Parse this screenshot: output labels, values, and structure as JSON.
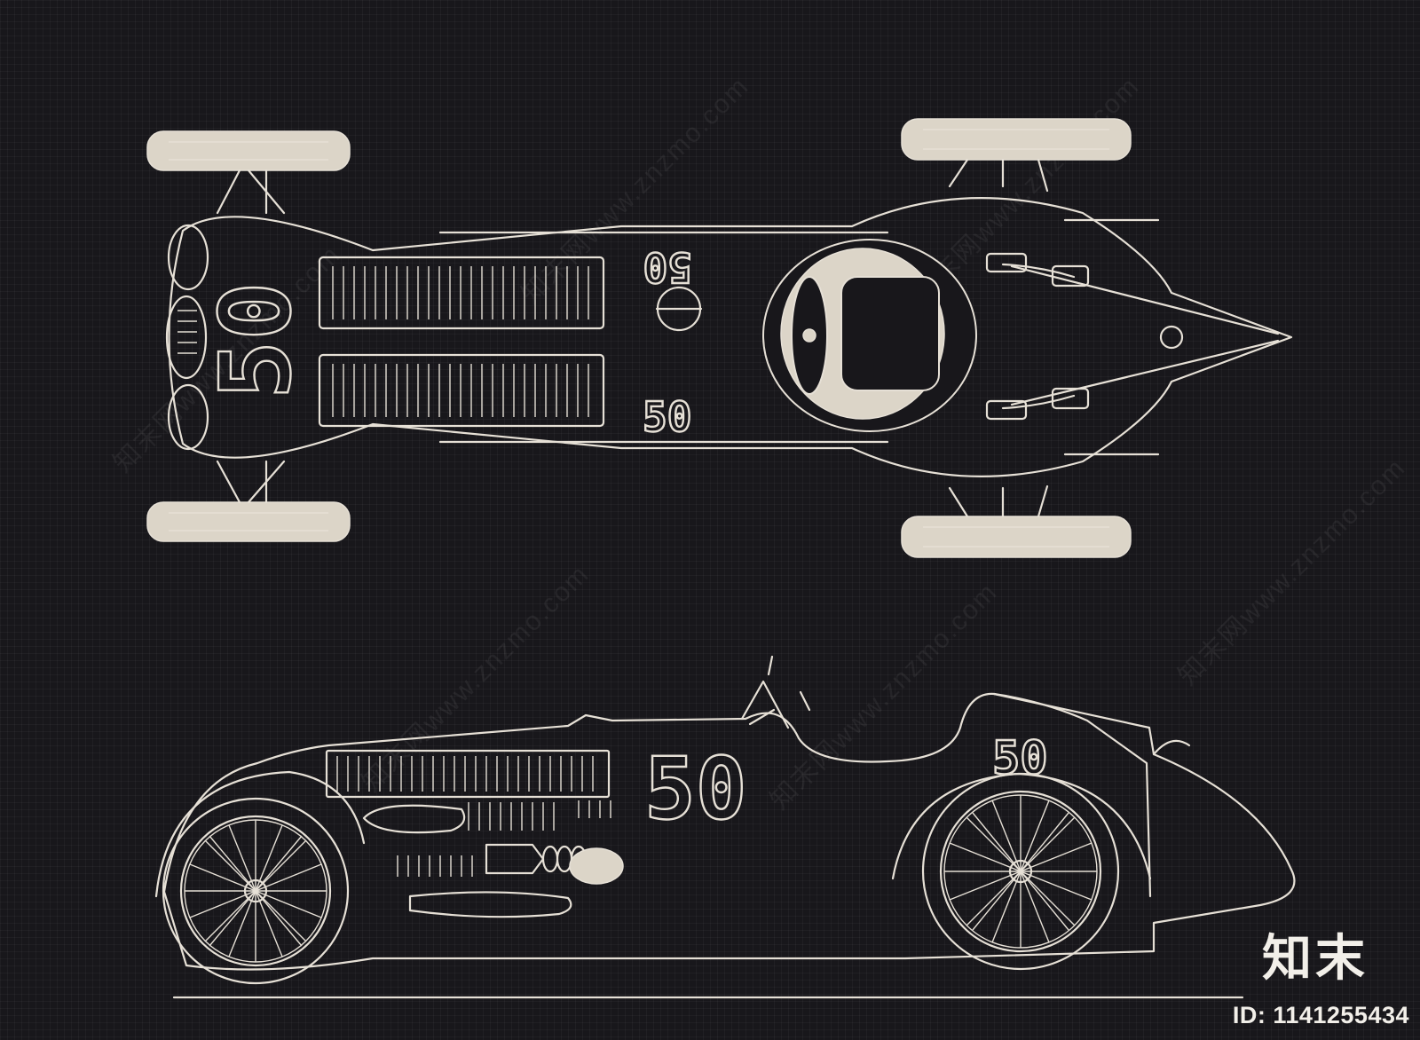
{
  "drawing": {
    "top_view": {
      "car_number": "50"
    },
    "side_view": {
      "car_number": "50"
    }
  },
  "watermark": {
    "logo_text": "知末",
    "image_id": "ID: 1141255434",
    "tile_text": "知末网www.znzmo.com"
  },
  "colors": {
    "background": "#18171b",
    "line": "#e6e0d6"
  }
}
